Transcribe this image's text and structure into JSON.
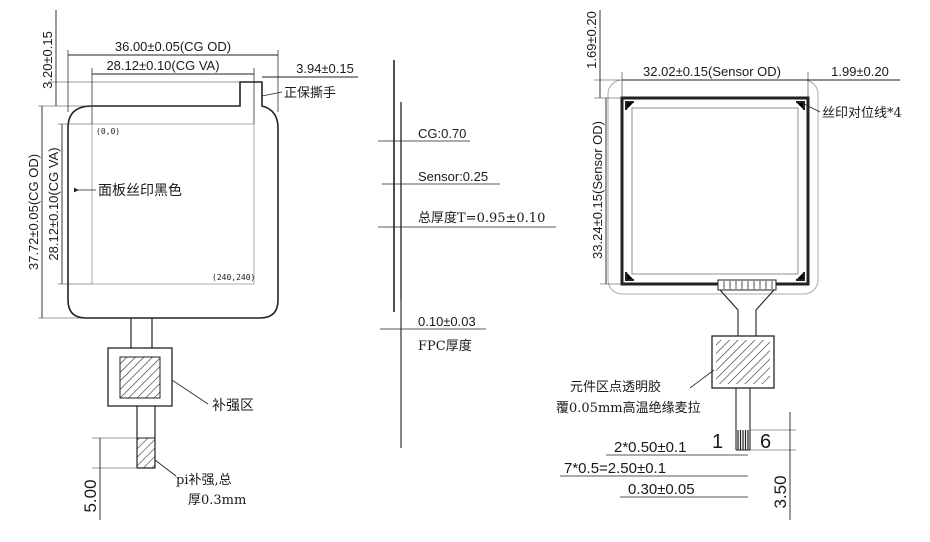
{
  "front_view": {
    "cg_od_width": "36.00±0.05(CG OD)",
    "cg_va_width": "28.12±0.10(CG VA)",
    "tab_width": "3.94±0.15",
    "top_offset": "3.20±0.15",
    "cg_od_height": "37.72±0.05(CG OD)",
    "cg_va_height": "28.12±0.10(CG VA)",
    "protective_tab_note": "正保撕手",
    "panel_print_note": "面板丝印黑色",
    "coord_origin": "(0,0)",
    "coord_end": "(240,240)",
    "stiffener_note": "补强区",
    "pi_note_line1": "pi补强,总",
    "pi_note_line2": "厚0.3mm",
    "tail_length": "5.00"
  },
  "side_view": {
    "cg_thickness": "CG:0.70",
    "sensor_thickness": "Sensor:0.25",
    "total_thickness": "总厚度T=0.95±0.10",
    "fpc_thickness": "0.10±0.03",
    "fpc_label": "FPC厚度"
  },
  "back_view": {
    "top_offset": "1.69±0.20",
    "sensor_od_width": "32.02±0.15(Sensor OD)",
    "side_offset": "1.99±0.20",
    "alignment_note": "丝印对位线*4",
    "sensor_od_height": "33.24±0.15(Sensor OD)",
    "component_note_line1": "元件区点透明胶",
    "component_note_line2": "覆0.05mm高温绝缘麦拉",
    "pin_first": "1",
    "pin_last": "6",
    "pitch_dim": "2*0.50±0.1",
    "total_pitch_dim": "7*0.5=2.50±0.1",
    "pin_width_dim": "0.30±0.05",
    "tail_length": "3.50"
  }
}
